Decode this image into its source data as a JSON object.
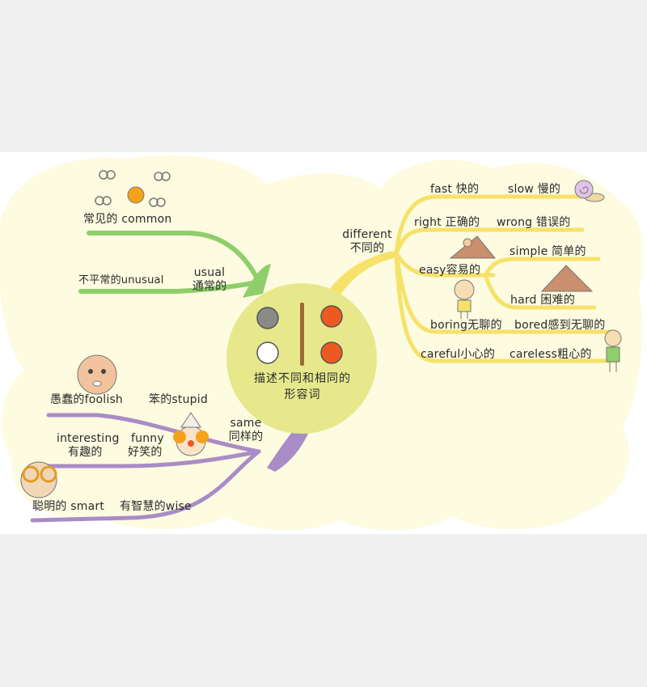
{
  "center": {
    "title_line1": "描述不同和相同的",
    "title_line2": "形容词",
    "colors": {
      "gray": "#8a8a88",
      "white": "#ffffff",
      "orange": "#ec5a22",
      "circle": "#e7e88c"
    }
  },
  "branches": {
    "usual": {
      "color": "#8fce6a",
      "label_en": "usual",
      "label_cn": "通常的",
      "items": {
        "common": "常见的 common",
        "unusual": "不平常的unusual"
      }
    },
    "different": {
      "color": "#f6e26a",
      "label_en": "different",
      "label_cn": "不同的",
      "items": {
        "fast": "fast 快的",
        "slow": "slow 慢的",
        "right": "right 正确的",
        "wrong": "wrong 错误的",
        "easy": "easy容易的",
        "simple": "simple 简单的",
        "hard": "hard 困难的",
        "boring": "boring无聊的",
        "bored": "bored感到无聊的",
        "careful": "careful小心的",
        "careless": "careless粗心的"
      }
    },
    "same": {
      "color": "#a98cc6",
      "label_en": "same",
      "label_cn": "同样的",
      "items": {
        "foolish": "愚蠢的foolish",
        "stupid": "笨的stupid",
        "interesting_en": "interesting",
        "interesting_cn": "有趣的",
        "funny_en": "funny",
        "funny_cn": "好笑的",
        "smart": "聪明的 smart",
        "wise": "有智慧的wise"
      }
    }
  }
}
